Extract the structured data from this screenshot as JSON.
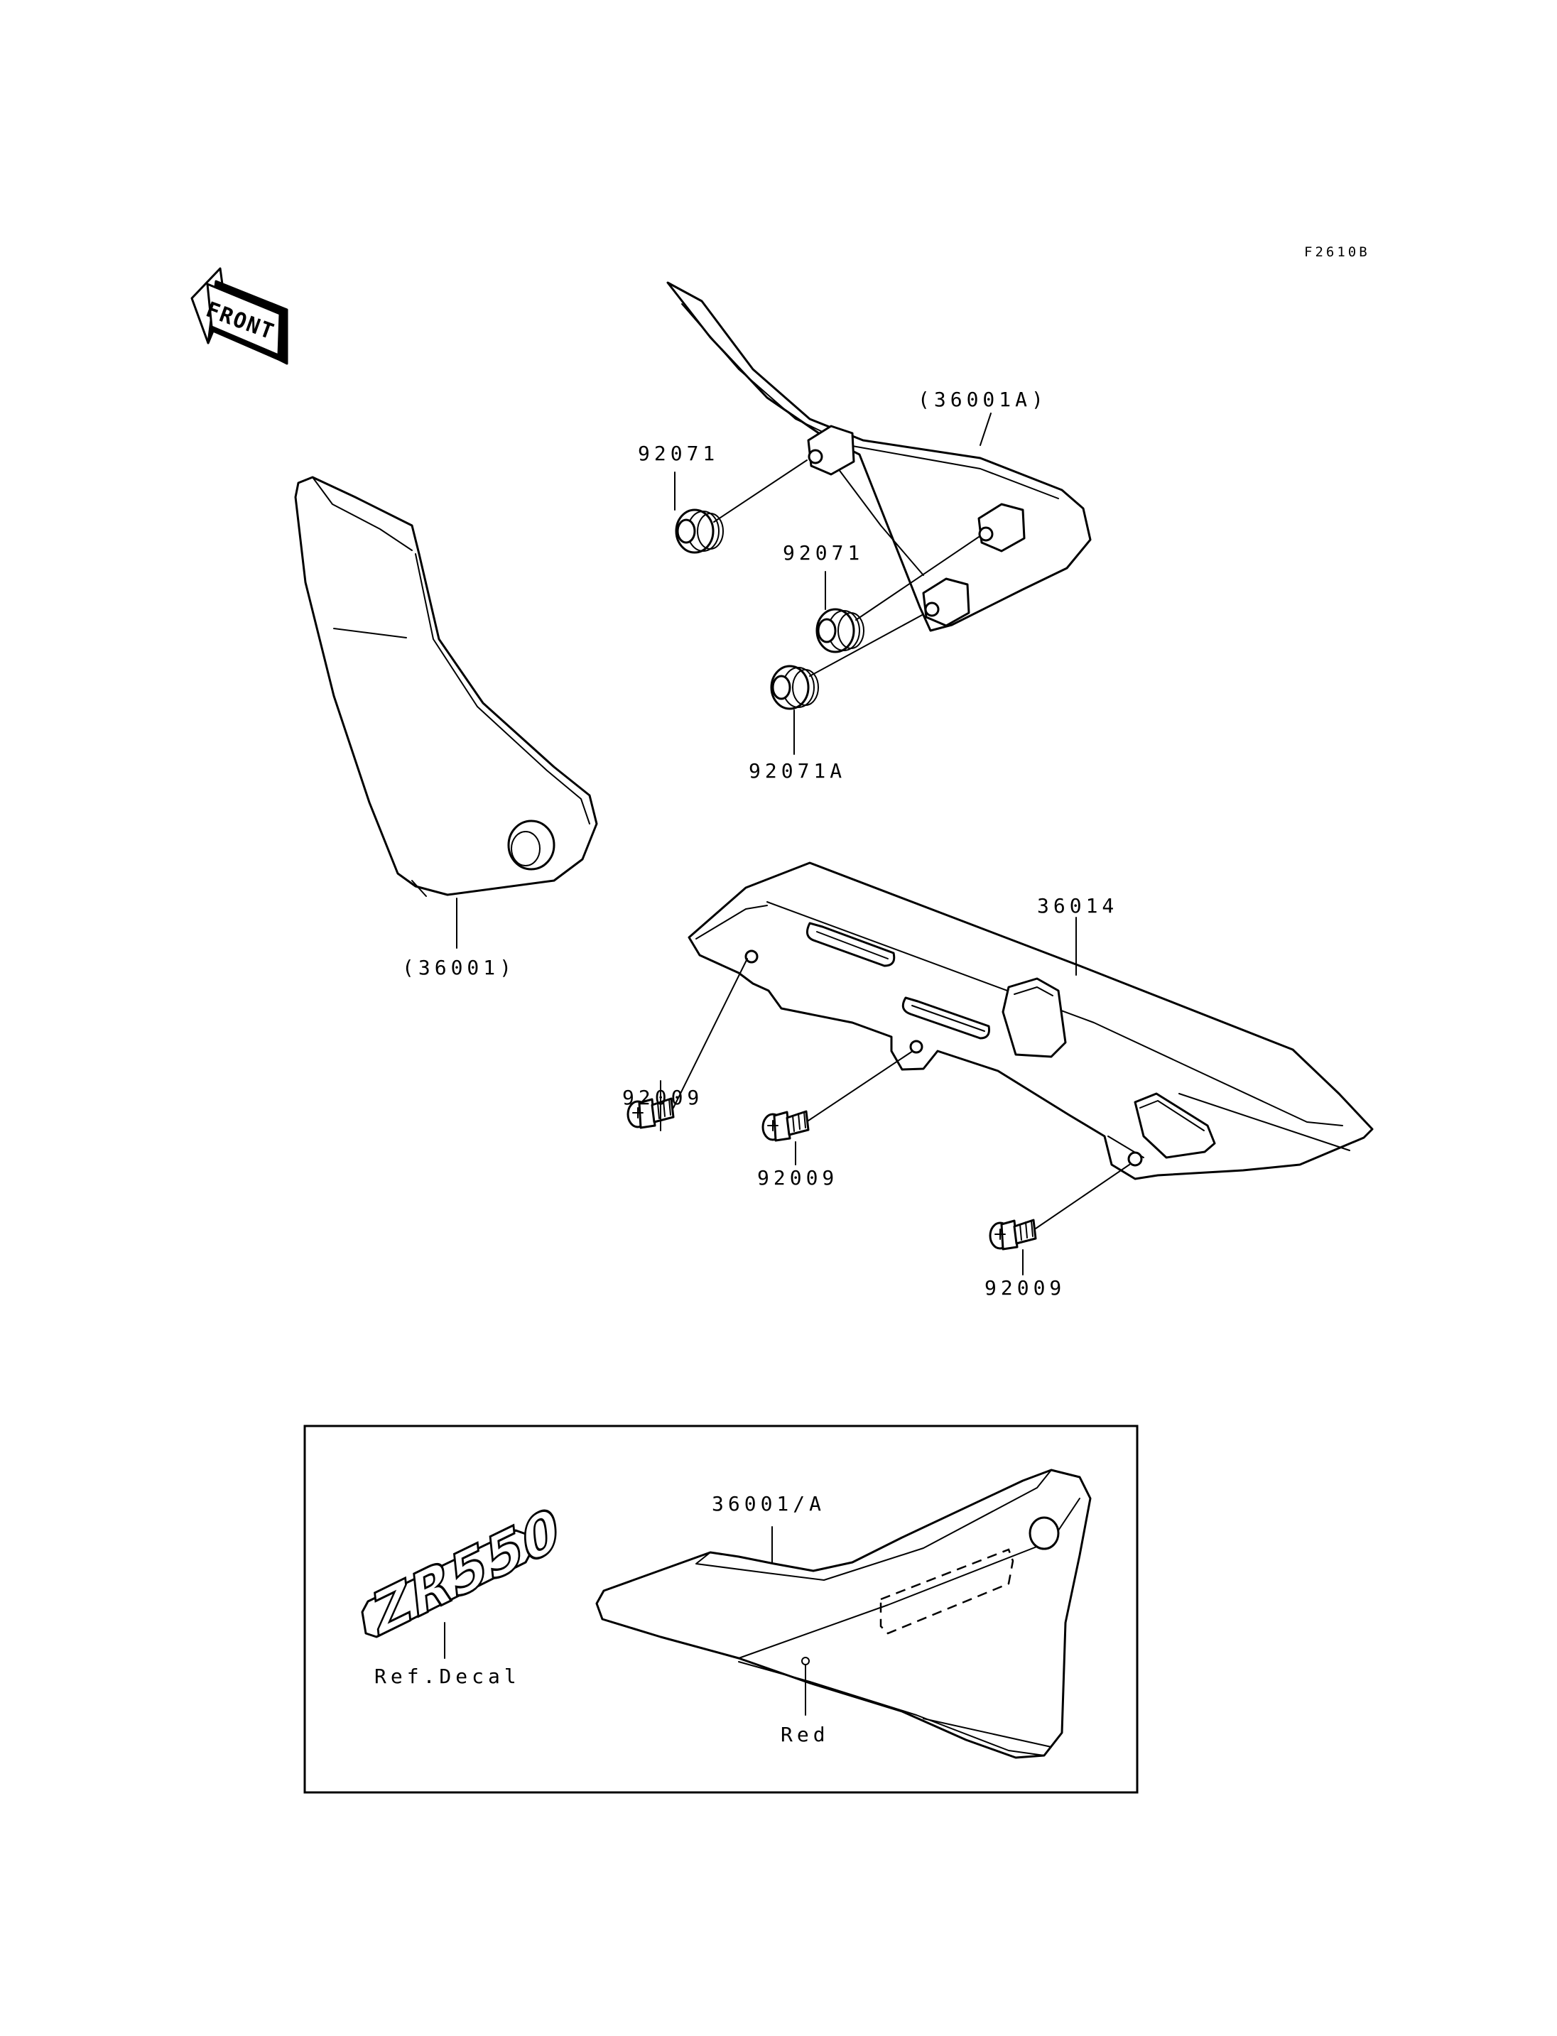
{
  "figure_code": "F2610B",
  "front_arrow_label": "FRONT",
  "labels": {
    "p36001A": "(36001A)",
    "p92071_top": "92071",
    "p92071_mid": "92071",
    "p92071A": "92071A",
    "p36001": "(36001)",
    "p36014": "36014",
    "p92009_left": "92009",
    "p92009_mid": "92009",
    "p92009_right": "92009"
  },
  "inset": {
    "part_label": "36001/A",
    "decal_text": "ZR550",
    "decal_label": "Ref.Decal",
    "color_label": "Red"
  }
}
